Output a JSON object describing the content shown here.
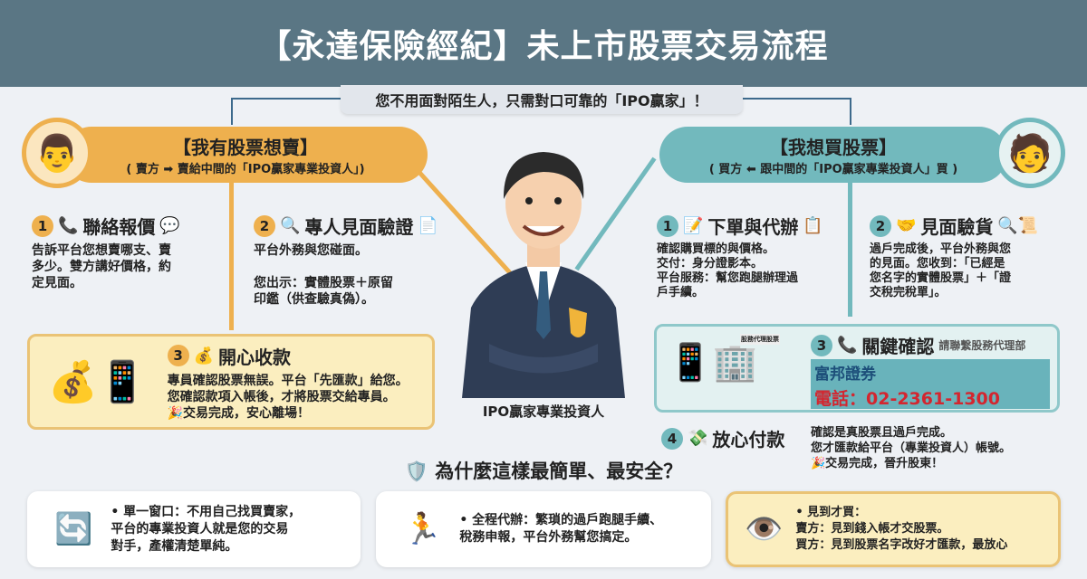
{
  "title": "【永達保險經紀】未上市股票交易流程",
  "banner": "您不用面對陌生人，只需對口可靠的「IPO贏家」！",
  "sell": {
    "title": "【我有股票想賣】",
    "subtitle": "( 賣方 ➡ 賣給中間的「IPO贏家專業投資人」)",
    "steps": [
      {
        "num": "1",
        "title": "聯絡報價",
        "body": "告訴平台您想賣哪支、賣\n多少。雙方講好價格，約\n定見面。"
      },
      {
        "num": "2",
        "title": "專人見面驗證",
        "body": "平台外務與您碰面。\n\n您出示：實體股票＋原留\n印鑑（供查驗真偽）。"
      },
      {
        "num": "3",
        "title": "開心收款",
        "body": "專員確認股票無誤。平台「先匯款」給您。\n您確認款項入帳後，才將股票交給專員。\n🎉交易完成，安心離場！"
      }
    ]
  },
  "buy": {
    "title": "【我想買股票】",
    "subtitle": "( 買方 ⬅ 跟中間的「IPO贏家專業投資人」買 )",
    "steps": [
      {
        "num": "1",
        "title": "下單與代辦",
        "body": "確認購買標的與價格。\n交付：身分證影本。\n平台服務：幫您跑腿辦理過\n戶手續。"
      },
      {
        "num": "2",
        "title": "見面驗貨",
        "body": "過戶完成後，平台外務與您\n的見面。您收到：「已經是\n您名字的實體股票」＋「證\n交稅完稅單」。"
      },
      {
        "num": "3",
        "title": "關鍵確認",
        "note": "請聯繫股務代理部",
        "building_sign": "股務代理股票",
        "company": "富邦證券",
        "phone": "電話：02-2361-1300"
      },
      {
        "num": "4",
        "title": "放心付款",
        "body": "確認是真股票且過戶完成。\n您才匯款給平台（專業投資人）帳號。\n🎉交易完成，晉升股東！"
      }
    ]
  },
  "center_label": "IPO贏家專業投資人",
  "why": {
    "title": "為什麼這樣最簡單、最安全？",
    "cards": [
      "• 單一窗口：不用自己找買賣家，\n  平台的專業投資人就是您的交易\n  對手，產權清楚單純。",
      "• 全程代辦：繁瑣的過戶跑腿手續、\n  稅務申報，平台外務幫您搞定。",
      "• 見到才買：\n  賣方：見到錢入帳才交股票。\n  買方：見到股票名字改好才匯款，最放心"
    ]
  },
  "colors": {
    "header": "#5a7684",
    "sell": "#eeb04e",
    "buy": "#72b9bd",
    "phone": "#d3262f"
  }
}
